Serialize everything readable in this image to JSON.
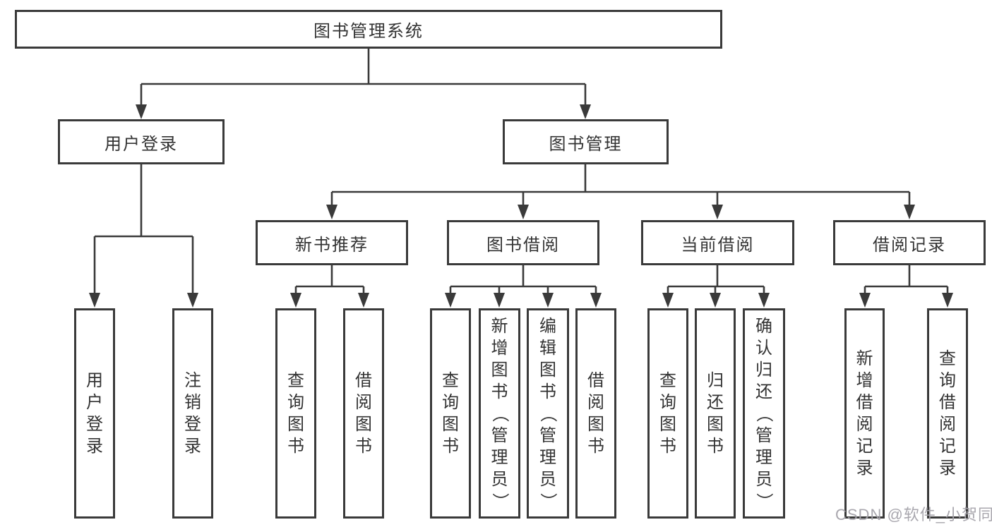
{
  "nodes": {
    "root": "图书管理系统",
    "user_login": "用户登录",
    "book_mgmt": "图书管理",
    "new_book_rec": "新书推荐",
    "book_borrow": "图书借阅",
    "current_borrow": "当前借阅",
    "borrow_records": "借阅记录"
  },
  "leaves": [
    "用户登录",
    "注销登录",
    "查询图书",
    "借阅图书",
    "查询图书",
    "新增图书（管理员）",
    "编辑图书（管理员）",
    "借阅图书",
    "查询图书",
    "归还图书",
    "确认归还（管理员）",
    "新增借阅记录",
    "查询借阅记录"
  ],
  "watermark": "CSDN @软件_小贺同学",
  "colors": {
    "line": "#3a3a3a",
    "text": "#333333",
    "watermark": "#a4a2aa",
    "background": "#ffffff"
  }
}
